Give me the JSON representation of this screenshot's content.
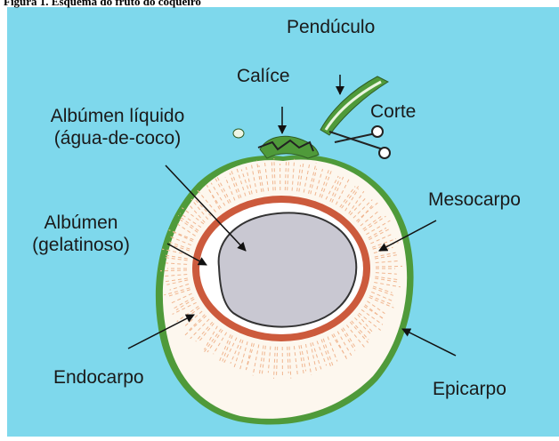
{
  "figure": {
    "caption": "Figura 1. Esquema do fruto do coqueiro"
  },
  "labels": {
    "peduncle": "Pendúculo",
    "calyx": "Calíce",
    "cut": "Corte",
    "liquid_albumen": [
      "Albúmen líquido",
      "(água-de-coco)"
    ],
    "gelatinous_albumen": [
      "Albúmen",
      "(gelatinoso)"
    ],
    "mesocarp": "Mesocarpo",
    "endocarp": "Endocarpo",
    "epicarp": "Epicarpo"
  },
  "colors": {
    "background": "#7ed8ec",
    "epicarp": "#4f9a3a",
    "mesocarp": "#fdf7ee",
    "fiber": "#f0b690",
    "endocarp": "#cc5a3c",
    "albumen_gel": "#ffffff",
    "cavity": "#c9c8d2",
    "arrow": "#111111"
  }
}
